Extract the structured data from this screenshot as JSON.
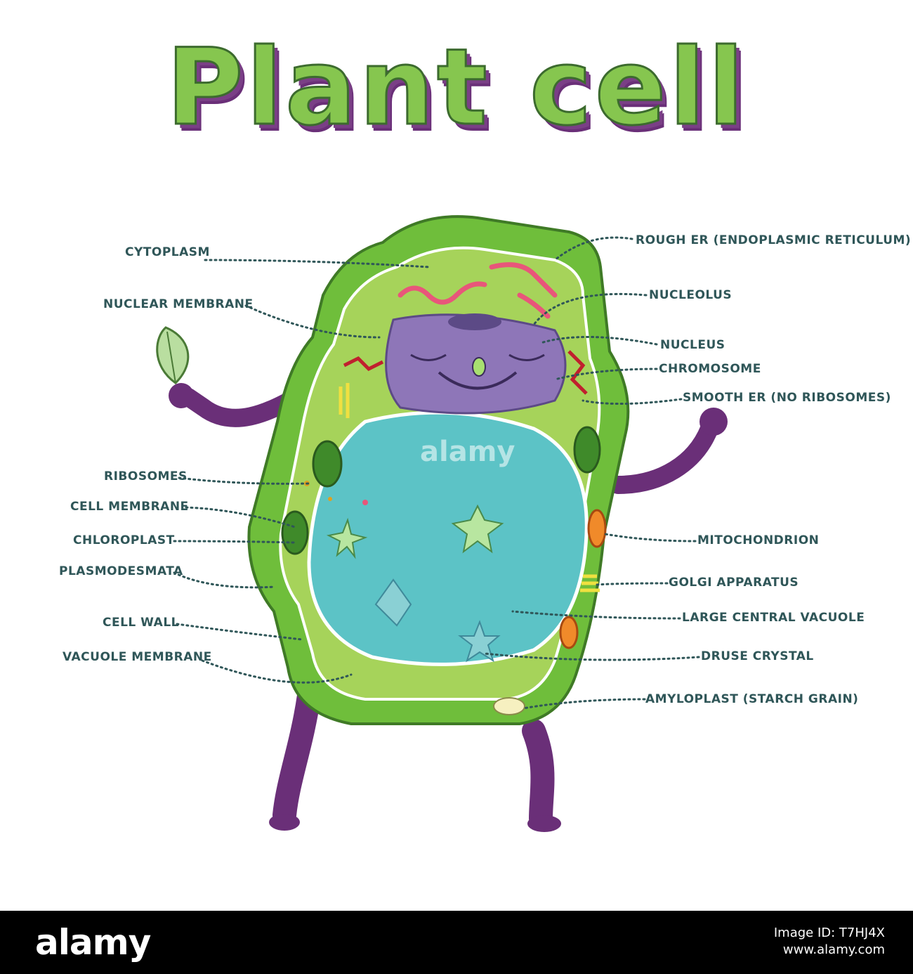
{
  "title": "Plant cell",
  "labels": {
    "cytoplasm": "CYTOPLASM",
    "nuclear_membrane": "NUCLEAR MEMBRANE",
    "ribosomes": "RIBOSOMES",
    "cell_membrane": "CELL MEMBRANE",
    "chloroplast": "CHLOROPLAST",
    "plasmodesmata": "PLASMODESMATA",
    "cell_wall": "CELL WALL",
    "vacuole_membrane": "VACUOLE MEMBRANE",
    "rough_er": "ROUGH ER (ENDOPLASMIC RETICULUM)",
    "nucleolus": "NUCLEOLUS",
    "nucleus": "NUCLEUS",
    "chromosome": "CHROMOSOME",
    "smooth_er": "SMOOTH ER (NO RIBOSOMES)",
    "mitochondrion": "MITOCHONDRION",
    "golgi": "GOLGI APPARATUS",
    "large_vacuole": "LARGE CENTRAL VACUOLE",
    "druse_crystal": "DRUSE CRYSTAL",
    "amyloplast": "AMYLOPLAST (STARCH GRAIN)"
  },
  "watermark": "alamy",
  "footer": {
    "logo": "alamy",
    "image_id": "Image ID: T7HJ4X",
    "site": "www.alamy.com"
  },
  "colors": {
    "label_text": "#2f5658",
    "cell_wall": "#6fbe3b",
    "cytoplasm": "#a6d35a",
    "nucleus": "#8e76b8",
    "vacuole": "#5cc3c6",
    "limbs": "#6a2f78"
  }
}
